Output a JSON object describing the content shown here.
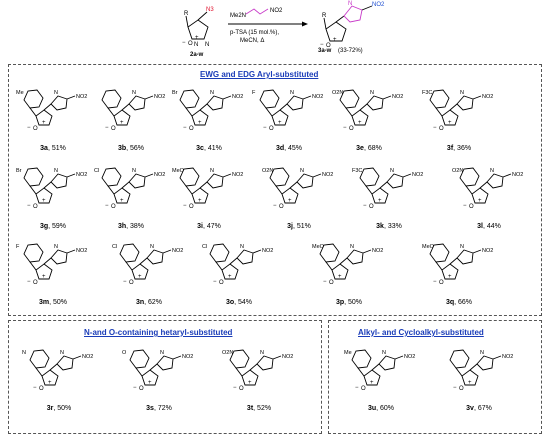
{
  "scheme": {
    "reactant_label": "2a-w",
    "reactant_n3": "N3",
    "reactant_r": "R",
    "reagent_nme2": "Me2N",
    "reagent_no2": "NO2",
    "conditions_line1": "p-TSA (15 mol.%),",
    "conditions_line2": "MeCN, Δ",
    "product_label": "3a-w",
    "product_yield": "(33-72%)",
    "product_r": "R"
  },
  "sections": {
    "aryl": "EWG and EDG Aryl-substituted",
    "hetaryl": "N-and O-containing hetaryl-substituted",
    "alkyl": "Alkyl- and Cycloalkyl-substituted"
  },
  "compounds": [
    {
      "id": "3a",
      "yield": ", 51%",
      "sub": "Me"
    },
    {
      "id": "3b",
      "yield": ", 56%",
      "sub": ""
    },
    {
      "id": "3c",
      "yield": ", 41%",
      "sub": "Br"
    },
    {
      "id": "3d",
      "yield": ", 45%",
      "sub": "F"
    },
    {
      "id": "3e",
      "yield": ", 68%",
      "sub": "O2N"
    },
    {
      "id": "3f",
      "yield": ", 36%",
      "sub": "F3C"
    },
    {
      "id": "3g",
      "yield": ", 59%",
      "sub": "Br"
    },
    {
      "id": "3h",
      "yield": ", 38%",
      "sub": "Cl"
    },
    {
      "id": "3i",
      "yield": ", 47%",
      "sub": "MeO"
    },
    {
      "id": "3j",
      "yield": ", 51%",
      "sub": "O2N"
    },
    {
      "id": "3k",
      "yield": ", 33%",
      "sub": "F3C"
    },
    {
      "id": "3l",
      "yield": ", 44%",
      "sub": "O2N"
    },
    {
      "id": "3m",
      "yield": ", 50%",
      "sub": "F"
    },
    {
      "id": "3n",
      "yield": ", 62%",
      "sub": "Cl"
    },
    {
      "id": "3o",
      "yield": ", 54%",
      "sub": "Cl"
    },
    {
      "id": "3p",
      "yield": ", 50%",
      "sub": "MeO"
    },
    {
      "id": "3q",
      "yield": ", 66%",
      "sub": "MeO"
    },
    {
      "id": "3r",
      "yield": ", 50%",
      "sub": "N"
    },
    {
      "id": "3s",
      "yield": ", 72%",
      "sub": "O"
    },
    {
      "id": "3t",
      "yield": ", 52%",
      "sub": "O2N"
    },
    {
      "id": "3u",
      "yield": ", 60%",
      "sub": "Me"
    },
    {
      "id": "3v",
      "yield": ", 67%",
      "sub": ""
    }
  ],
  "atoms": {
    "n": "N",
    "o": "O",
    "no2": "NO2",
    "plus": "+",
    "minus": "−"
  }
}
